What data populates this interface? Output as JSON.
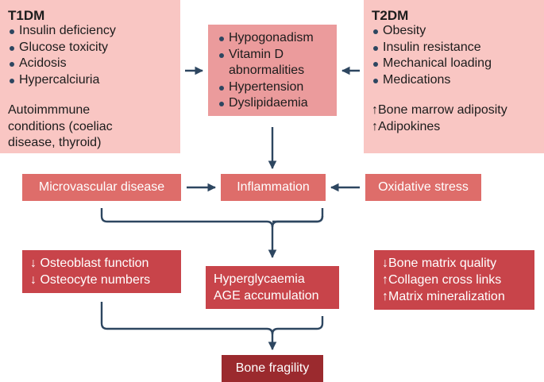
{
  "t1dm": {
    "title": "T1DM",
    "items": [
      "Insulin deficiency",
      "Glucose toxicity",
      "Acidosis",
      "Hypercalciuria"
    ],
    "note_lines": [
      "Autoimmmune",
      "conditions (coeliac",
      "disease, thyroid)"
    ]
  },
  "shared": {
    "items": [
      "Hypogonadism",
      "Vitamin D",
      "abnormalities",
      "Hypertension",
      "Dyslipidaemia"
    ]
  },
  "t2dm": {
    "title": "T2DM",
    "items": [
      "Obesity",
      "Insulin resistance",
      "Mechanical loading",
      "Medications"
    ],
    "note_lines": [
      "↑Bone marrow adiposity",
      "↑Adipokines"
    ]
  },
  "middle_row": {
    "left": "Microvascular disease",
    "center": "Inflammation",
    "right": "Oxidative stress"
  },
  "lower_row": {
    "left_lines": [
      "↓ Osteoblast function",
      "↓ Osteocyte numbers"
    ],
    "center_lines": [
      "Hyperglycaemia",
      "AGE accumulation"
    ],
    "right_lines": [
      "↓Bone matrix quality",
      "↑Collagen cross links",
      "↑Matrix mineralization"
    ]
  },
  "outcome": {
    "label": "Bone fragility"
  },
  "colors": {
    "light_pink": "#f9c6c3",
    "mid_pink": "#eb9b9c",
    "red": "#de6d6a",
    "dark_red": "#c8444a",
    "deep_red": "#9b2a2e",
    "arrow": "#2d4660"
  }
}
